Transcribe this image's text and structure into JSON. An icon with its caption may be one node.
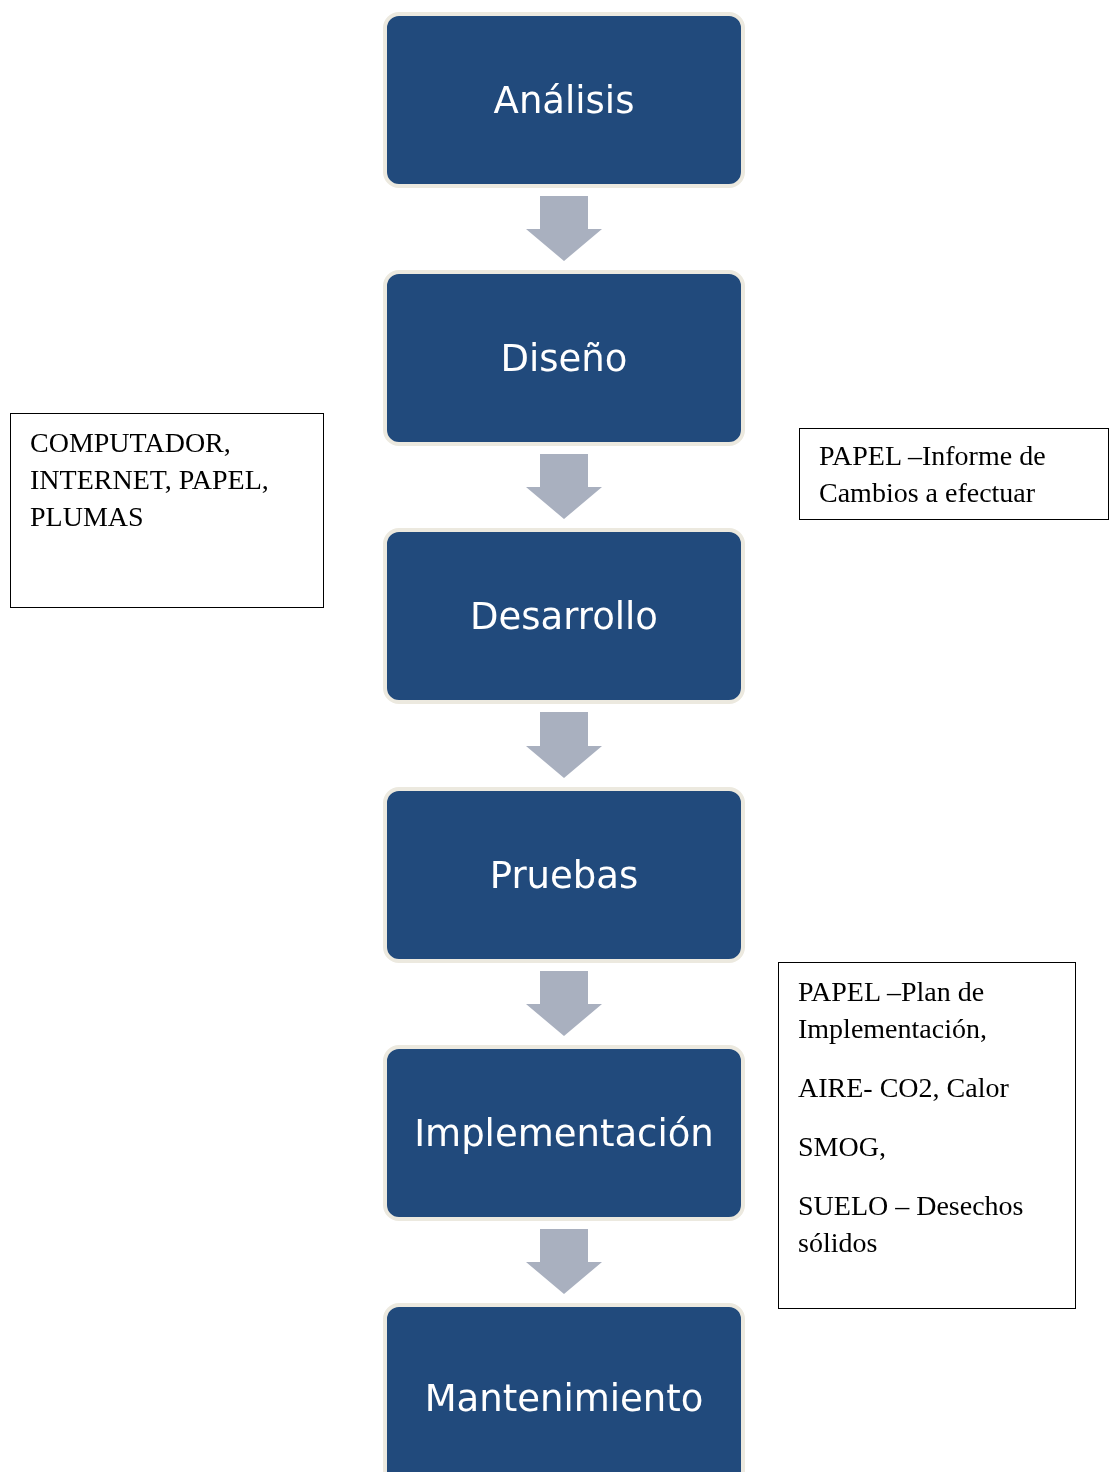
{
  "diagram": {
    "nodes": [
      {
        "text": [
          "Análisis"
        ]
      },
      {
        "text": [
          "Diseño"
        ]
      },
      {
        "text": [
          "Desarrollo"
        ]
      },
      {
        "text": [
          "Pruebas"
        ]
      },
      {
        "text": [
          "Implementación"
        ]
      },
      {
        "text": [
          "Mantenimiento"
        ]
      },
      {
        "text": [
          "COMPUTADOR, INTERNET, PAPEL, PLUMAS"
        ]
      },
      {
        "text": [
          "PAPEL –Informe de Cambios a efectuar"
        ]
      },
      {
        "text": [
          "PAPEL –Plan de Implementación,",
          "AIRE- CO2, Calor",
          "SMOG,",
          "SUELO – Desechos sólidos"
        ]
      }
    ],
    "edges": [
      {
        "from": 0,
        "to": 1,
        "arrow": "to"
      },
      {
        "from": 1,
        "to": 2,
        "arrow": "to"
      },
      {
        "from": 2,
        "to": 3,
        "arrow": "to"
      },
      {
        "from": 3,
        "to": 4,
        "arrow": "to"
      },
      {
        "from": 4,
        "to": 5,
        "arrow": "to"
      }
    ]
  }
}
